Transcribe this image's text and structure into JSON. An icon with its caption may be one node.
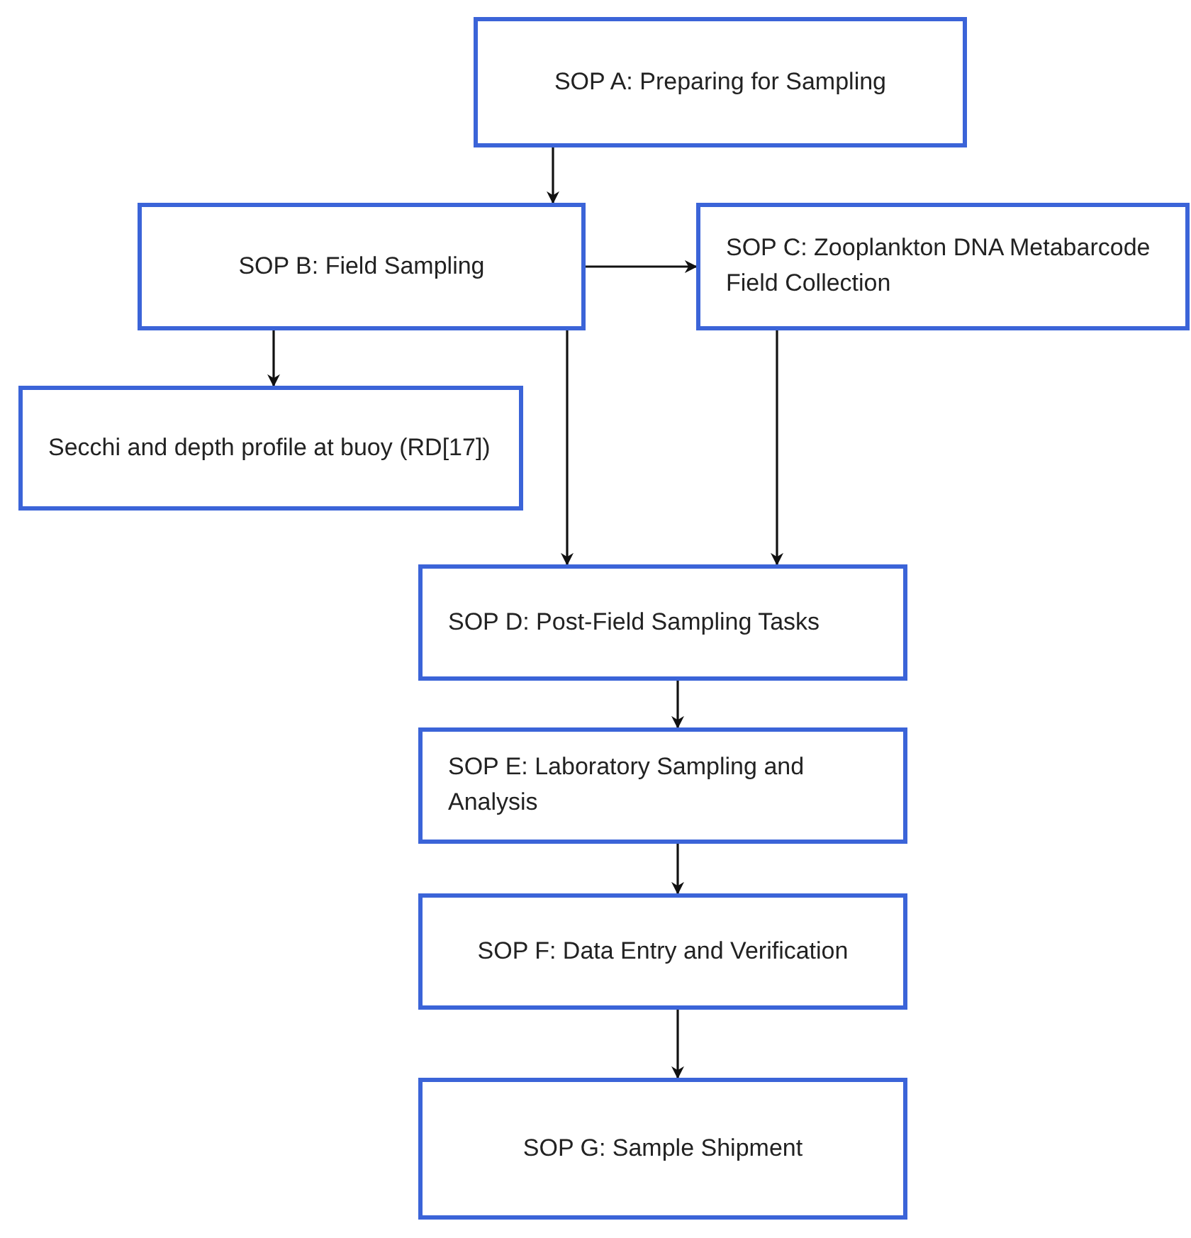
{
  "diagram": {
    "nodes": [
      {
        "text": [
          "SOP A: Preparing for Sampling"
        ]
      },
      {
        "text": [
          "SOP B: Field Sampling"
        ]
      },
      {
        "text": [
          "SOP C: Zooplankton DNA Metabarcode Field Collection"
        ]
      },
      {
        "text": [
          "Secchi and depth profile at buoy (RD[17])"
        ]
      },
      {
        "text": [
          "SOP D: Post-Field Sampling Tasks"
        ]
      },
      {
        "text": [
          "SOP E: Laboratory Sampling and Analysis"
        ]
      },
      {
        "text": [
          "SOP F: Data Entry and Verification"
        ]
      },
      {
        "text": [
          "SOP G: Sample Shipment"
        ]
      }
    ],
    "edges": [
      {
        "from": 0,
        "to": 1,
        "arrow": "to"
      },
      {
        "from": 1,
        "to": 2,
        "arrow": "to"
      },
      {
        "from": 1,
        "to": 3,
        "arrow": "to"
      },
      {
        "from": 1,
        "to": 4,
        "arrow": "to"
      },
      {
        "from": 2,
        "to": 4,
        "arrow": "to"
      },
      {
        "from": 4,
        "to": 5,
        "arrow": "to"
      },
      {
        "from": 5,
        "to": 6,
        "arrow": "to"
      },
      {
        "from": 6,
        "to": 7,
        "arrow": "to"
      }
    ]
  }
}
